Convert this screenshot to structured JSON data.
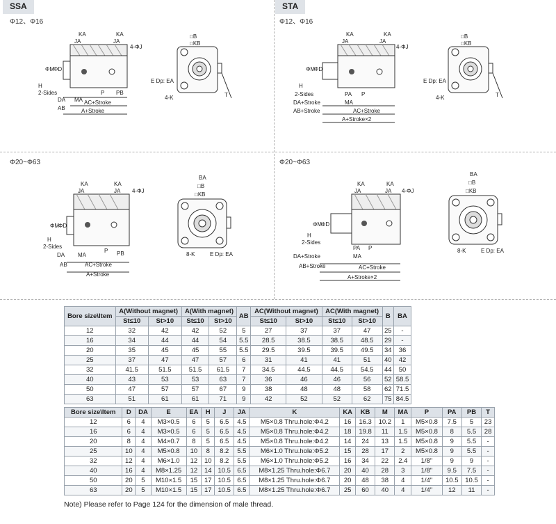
{
  "sections": {
    "ssa": {
      "title": "SSA",
      "sizes": "Φ12、Φ16"
    },
    "sta": {
      "title": "STA",
      "sizes": "Φ12、Φ16"
    },
    "ssa_large": {
      "sizes": "Φ20~Φ63"
    },
    "sta_large": {
      "sizes": "Φ20~Φ63"
    }
  },
  "labels": {
    "ka": "KA",
    "ja": "JA",
    "j": "4-ΦJ",
    "ja2": "JA",
    "phim": "ΦM",
    "phid": "ΦD",
    "h": "H",
    "sides": "2-Sides",
    "da": "DA",
    "ma": "MA",
    "ab": "AB",
    "p": "P",
    "pb": "PB",
    "pa": "PA",
    "ac_stroke": "AC+Stroke",
    "a_stroke": "A+Stroke",
    "a_stroke2": "A+Stroke×2",
    "da_stroke": "DA+Stroke",
    "ab_stroke": "AB+Stroke",
    "b": "□B",
    "kb": "□KB",
    "ba": "BA",
    "t": "T",
    "edp": "E Dp: EA",
    "edp2": "E Dp: EA",
    "k4": "4-K",
    "k8": "8-K"
  },
  "table1": {
    "group_headers": [
      "Bore size\\Item",
      "A(Without magnet)",
      "A(With magnet)",
      "AB",
      "AC(Without magnet)",
      "AC(With magnet)",
      "B",
      "BA"
    ],
    "sub_headers": [
      "St≤10",
      "St>10",
      "St≤10",
      "St>10",
      "St≤10",
      "St>10",
      "St≤10",
      "St>10"
    ],
    "rows": [
      [
        "12",
        "32",
        "42",
        "42",
        "52",
        "5",
        "27",
        "37",
        "37",
        "47",
        "25",
        "-"
      ],
      [
        "16",
        "34",
        "44",
        "44",
        "54",
        "5.5",
        "28.5",
        "38.5",
        "38.5",
        "48.5",
        "29",
        "-"
      ],
      [
        "20",
        "35",
        "45",
        "45",
        "55",
        "5.5",
        "29.5",
        "39.5",
        "39.5",
        "49.5",
        "34",
        "36"
      ],
      [
        "25",
        "37",
        "47",
        "47",
        "57",
        "6",
        "31",
        "41",
        "41",
        "51",
        "40",
        "42"
      ],
      [
        "32",
        "41.5",
        "51.5",
        "51.5",
        "61.5",
        "7",
        "34.5",
        "44.5",
        "44.5",
        "54.5",
        "44",
        "50"
      ],
      [
        "40",
        "43",
        "53",
        "53",
        "63",
        "7",
        "36",
        "46",
        "46",
        "56",
        "52",
        "58.5"
      ],
      [
        "50",
        "47",
        "57",
        "57",
        "67",
        "9",
        "38",
        "48",
        "48",
        "58",
        "62",
        "71.5"
      ],
      [
        "63",
        "51",
        "61",
        "61",
        "71",
        "9",
        "42",
        "52",
        "52",
        "62",
        "75",
        "84.5"
      ]
    ]
  },
  "table2": {
    "headers": [
      "Bore size\\Item",
      "D",
      "DA",
      "E",
      "EA",
      "H",
      "J",
      "JA",
      "K",
      "KA",
      "KB",
      "M",
      "MA",
      "P",
      "PA",
      "PB",
      "T"
    ],
    "rows": [
      [
        "12",
        "6",
        "4",
        "M3×0.5",
        "6",
        "5",
        "6.5",
        "4.5",
        "M5×0.8 Thru.hole:Φ4.2",
        "16",
        "16.3",
        "10.2",
        "1",
        "M5×0.8",
        "7.5",
        "5",
        "23"
      ],
      [
        "16",
        "6",
        "4",
        "M3×0.5",
        "6",
        "5",
        "6.5",
        "4.5",
        "M5×0.8 Thru.hole:Φ4.2",
        "18",
        "19.8",
        "11",
        "1.5",
        "M5×0.8",
        "8",
        "5.5",
        "28"
      ],
      [
        "20",
        "8",
        "4",
        "M4×0.7",
        "8",
        "5",
        "6.5",
        "4.5",
        "M5×0.8 Thru.hole:Φ4.2",
        "14",
        "24",
        "13",
        "1.5",
        "M5×0.8",
        "9",
        "5.5",
        "-"
      ],
      [
        "25",
        "10",
        "4",
        "M5×0.8",
        "10",
        "8",
        "8.2",
        "5.5",
        "M6×1.0 Thru.hole:Φ5.2",
        "15",
        "28",
        "17",
        "2",
        "M5×0.8",
        "9",
        "5.5",
        "-"
      ],
      [
        "32",
        "12",
        "4",
        "M6×1.0",
        "12",
        "10",
        "8.2",
        "5.5",
        "M6×1.0 Thru.hole:Φ5.2",
        "16",
        "34",
        "22",
        "2.4",
        "1/8\"",
        "9",
        "9",
        "-"
      ],
      [
        "40",
        "16",
        "4",
        "M8×1.25",
        "12",
        "14",
        "10.5",
        "6.5",
        "M8×1.25 Thru.hole:Φ6.7",
        "20",
        "40",
        "28",
        "3",
        "1/8\"",
        "9.5",
        "7.5",
        "-"
      ],
      [
        "50",
        "20",
        "5",
        "M10×1.5",
        "15",
        "17",
        "10.5",
        "6.5",
        "M8×1.25 Thru.hole:Φ6.7",
        "20",
        "48",
        "38",
        "4",
        "1/4\"",
        "10.5",
        "10.5",
        "-"
      ],
      [
        "63",
        "20",
        "5",
        "M10×1.5",
        "15",
        "17",
        "10.5",
        "6.5",
        "M8×1.25 Thru.hole:Φ6.7",
        "25",
        "60",
        "40",
        "4",
        "1/4\"",
        "12",
        "11",
        "-"
      ]
    ]
  },
  "note": "Note) Please refer to Page 124 for the dimension of male thread."
}
